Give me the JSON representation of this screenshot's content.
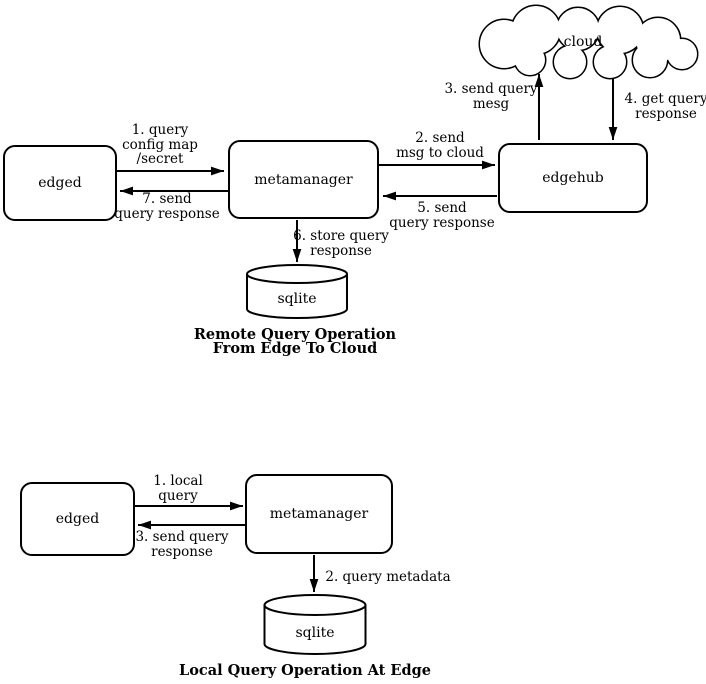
{
  "colors": {
    "line": "#000000",
    "text": "#000000",
    "background": "#ffffff"
  },
  "remote_diagram": {
    "title": {
      "line1": "Remote Query Operation",
      "line2": "From Edge To Cloud"
    },
    "nodes": {
      "edged": {
        "label": "edged"
      },
      "metamanager": {
        "label": "metamanager"
      },
      "edgehub": {
        "label": "edgehub"
      },
      "cloud": {
        "label": "cloud"
      },
      "sqlite": {
        "label": "sqlite"
      }
    },
    "steps": {
      "s1": {
        "l1": "1. query",
        "l2": "config map",
        "l3": "/secret"
      },
      "s2": {
        "l1": "2. send",
        "l2": "msg to cloud"
      },
      "s3": {
        "l1": "3. send query",
        "l2": "mesg"
      },
      "s4": {
        "l1": "4. get query",
        "l2": "response"
      },
      "s5": {
        "l1": "5. send",
        "l2": "query response"
      },
      "s6": {
        "l1": "6. store query",
        "l2": "response"
      },
      "s7": {
        "l1": "7. send",
        "l2": "query response"
      }
    }
  },
  "local_diagram": {
    "title": {
      "line1": "Local Query Operation At Edge"
    },
    "nodes": {
      "edged": {
        "label": "edged"
      },
      "metamanager": {
        "label": "metamanager"
      },
      "sqlite": {
        "label": "sqlite"
      }
    },
    "steps": {
      "s1": {
        "l1": "1. local",
        "l2": "query"
      },
      "s2": {
        "l1": "2. query metadata"
      },
      "s3": {
        "l1": "3. send query",
        "l2": "response"
      }
    }
  }
}
